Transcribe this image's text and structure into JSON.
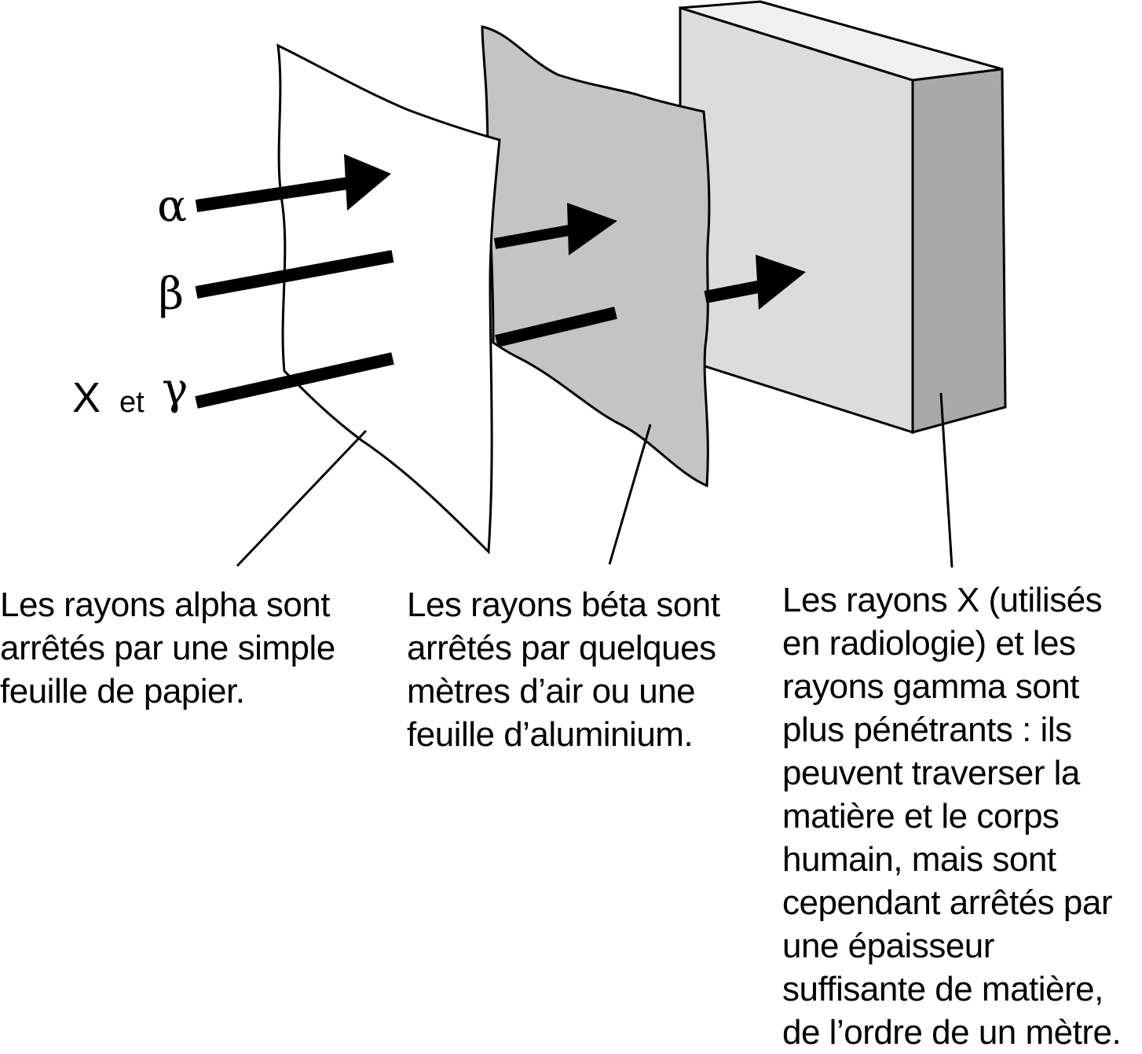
{
  "labels": {
    "alpha": "α",
    "beta": "β",
    "x_letter": "X",
    "et": "et",
    "gamma": "γ"
  },
  "captions": {
    "alpha": [
      "Les rayons alpha sont",
      "arrêtés par une simple",
      "feuille de papier."
    ],
    "beta": [
      "Les rayons béta sont",
      "arrêtés par quelques",
      "mètres d’air ou une",
      "feuille d’aluminium."
    ],
    "xgamma": [
      "Les rayons X (utilisés",
      "en radiologie) et les",
      "rayons gamma sont",
      "plus pénétrants : ils",
      "peuvent traverser la",
      "matière et le corps",
      "humain, mais sont",
      "cependant arrêtés par",
      "une épaisseur",
      "suffisante de matière,",
      "de l’ordre de un mètre."
    ]
  },
  "colors": {
    "paper": "#ffffff",
    "aluminium": "#c4c4c4",
    "block_front": "#dcdcdc",
    "block_top": "#f0f0f0",
    "block_side": "#a9a9a9",
    "ink": "#000000"
  }
}
